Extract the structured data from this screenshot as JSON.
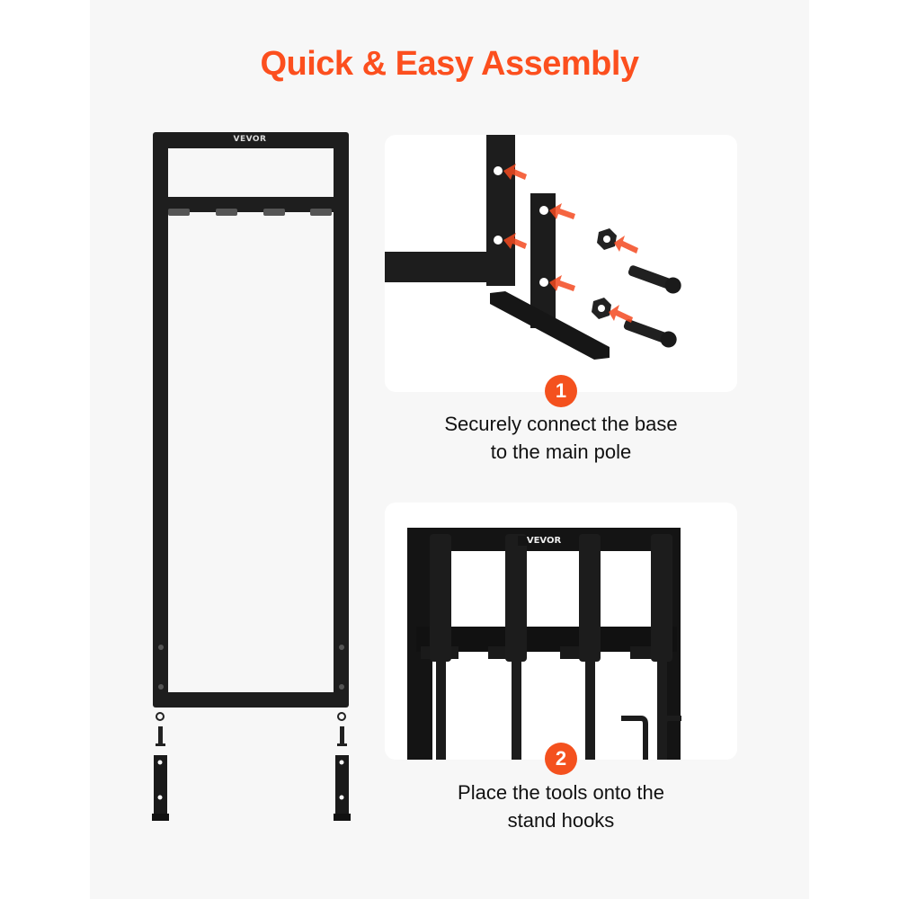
{
  "page": {
    "title": "Quick & Easy Assembly",
    "accent_color": "#fc4f1e",
    "background": "#f7f7f7"
  },
  "product_image": {
    "brand_label": "VEVOR",
    "description": "Black metal tool stand frame with four hooks, shown exploded with base feet, screws and nuts"
  },
  "steps": [
    {
      "number": "1",
      "caption_line1": "Securely connect the base",
      "caption_line2": "to the main pole",
      "image_description": "Frame corner and T-shaped base foot with screw holes, two nuts and two screws, orange arrows"
    },
    {
      "number": "2",
      "caption_line1": "Place the tools onto the",
      "caption_line2": "stand hooks",
      "brand_label": "VEVOR",
      "image_description": "Four tool handles resting in stand hooks"
    }
  ]
}
